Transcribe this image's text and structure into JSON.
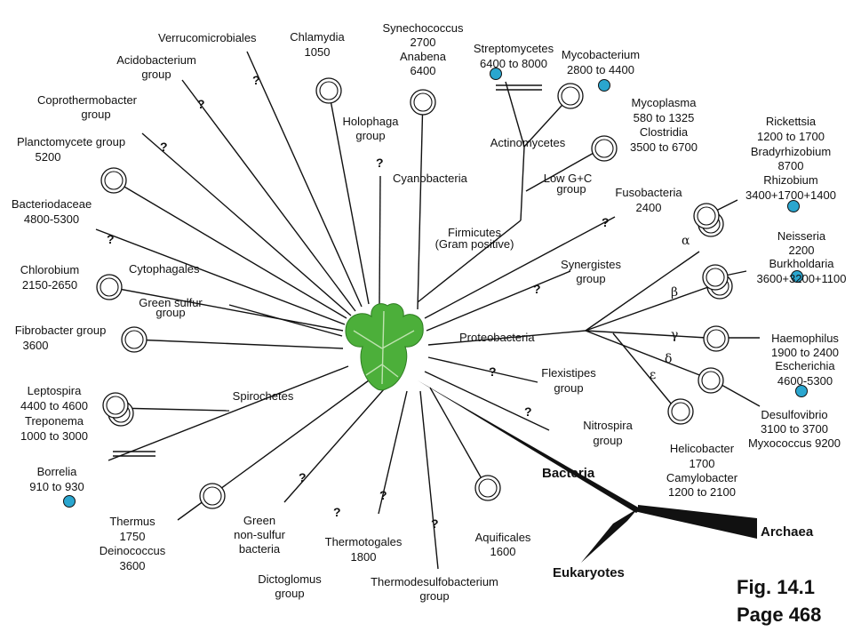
{
  "labels": {
    "verrucomicrobiales": "Verrucomicrobiales",
    "chlamydia": "Chlamydia",
    "chlamydia_size": "1050",
    "synechococcus": "Synechococcus",
    "synechococcus_size": "2700",
    "anabena": "Anabena",
    "anabena_size": "6400",
    "streptomycetes": "Streptomycetes",
    "streptomycetes_size": "6400 to 8000",
    "mycobacterium": "Mycobacterium",
    "mycobacterium_size": "2800 to 4400",
    "acidobacterium_1": "Acidobacterium",
    "acidobacterium_2": "group",
    "coprothermobacter_1": "Coprothermobacter",
    "coprothermobacter_2": "group",
    "holophaga_1": "Holophaga",
    "holophaga_2": "group",
    "actinomycetes": "Actinomycetes",
    "mycoplasma": "Mycoplasma",
    "mycoplasma_size": "580 to 1325",
    "clostridia": "Clostridia",
    "clostridia_size": "3500 to 6700",
    "rickettsia": "Rickettsia",
    "rickettsia_size": "1200 to 1700",
    "bradyrhizobium": "Bradyrhizobium",
    "bradyrhizobium_size": "8700",
    "rhizobium": "Rhizobium",
    "rhizobium_size": "3400+1700+1400",
    "planctomycete": "Planctomycete group",
    "planctomycete_size": "5200",
    "cyanobacteria": "Cyanobacteria",
    "lowgc_1": "Low G+C",
    "lowgc_2": "group",
    "fusobacteria": "Fusobacteria",
    "fusobacteria_size": "2400",
    "bacteriodaceae": "Bacteriodaceae",
    "bacteriodaceae_size": "4800-5300",
    "firmicutes_1": "Firmicutes",
    "firmicutes_2": "(Gram positive)",
    "neisseria": "Neisseria",
    "neisseria_size": "2200",
    "burkholdaria": "Burkholdaria",
    "burkholdaria_size": "3600+3200+1100",
    "chlorobium": "Chlorobium",
    "chlorobium_size": "2150-2650",
    "cytophagales": "Cytophagales",
    "synergistes_1": "Synergistes",
    "synergistes_2": "group",
    "green_sulfur_1": "Green sulfur",
    "green_sulfur_2": "group",
    "fibrobacter": "Fibrobacter group",
    "fibrobacter_size": "3600",
    "proteobacteria": "Proteobacteria",
    "haemophilus": "Haemophilus",
    "haemophilus_size": "1900 to 2400",
    "escherichia": "Escherichia",
    "escherichia_size": "4600-5300",
    "flexistipes_1": "Flexistipes",
    "flexistipes_2": "group",
    "leptospira": "Leptospira",
    "leptospira_size": "4400 to 4600",
    "treponema": "Treponema",
    "treponema_size": "1000 to 3000",
    "spirochetes": "Spirochetes",
    "nitrospira_1": "Nitrospira",
    "nitrospira_2": "group",
    "desulfovibrio": "Desulfovibrio",
    "desulfovibrio_size": "3100 to 3700",
    "myxococcus": "Myxococcus 9200",
    "helicobacter": "Helicobacter",
    "helicobacter_size": "1700",
    "camylobacter": "Camylobacter",
    "camylobacter_size": "1200 to 2100",
    "borrelia": "Borrelia",
    "borrelia_size": "910 to 930",
    "thermus": "Thermus",
    "thermus_size": "1750",
    "deinococcus": "Deinococcus",
    "deinococcus_size": "3600",
    "green_nonsulfur_1": "Green",
    "green_nonsulfur_2": "non-sulfur",
    "green_nonsulfur_3": "bacteria",
    "thermotogales": "Thermotogales",
    "thermotogales_size": "1800",
    "aquificales": "Aquificales",
    "aquificales_size": "1600",
    "dictoglomus_1": "Dictoglomus",
    "dictoglomus_2": "group",
    "thermodesulfo_1": "Thermodesulfobacterium",
    "thermodesulfo_2": "group",
    "bacteria": "Bacteria",
    "archaea": "Archaea",
    "eukaryotes": "Eukaryotes",
    "alpha": "α",
    "beta": "β",
    "gamma": "γ",
    "delta": "δ",
    "epsilon": "ε",
    "question": "?"
  },
  "caption": {
    "fig": "Fig. 14.1",
    "page": "Page 468"
  },
  "colors": {
    "dot": "#2aa6cf",
    "leaf": "#4caf3a"
  },
  "icons": {
    "center": "fig-leaf-icon"
  }
}
